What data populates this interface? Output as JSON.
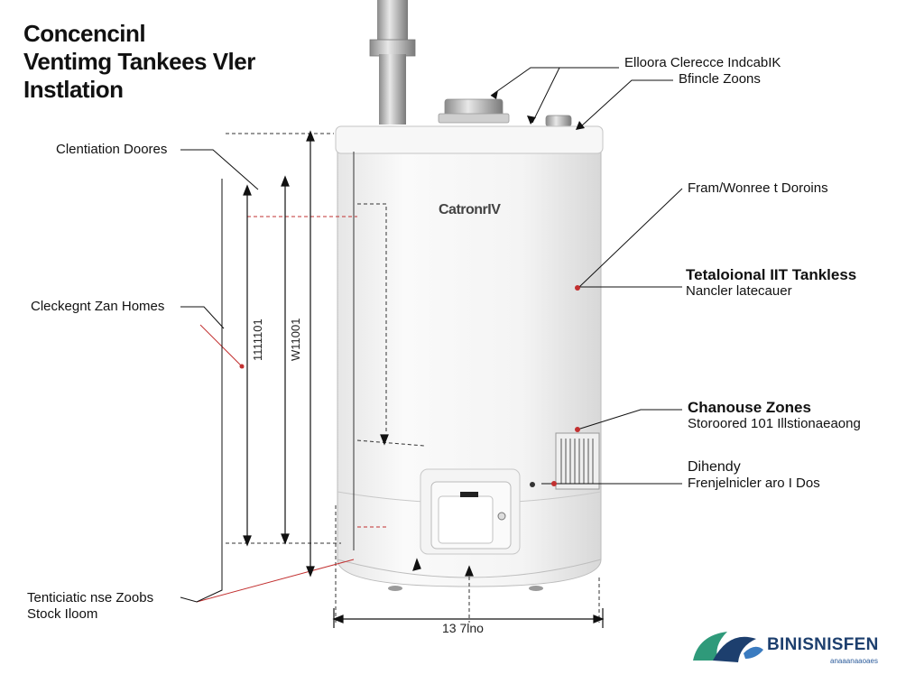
{
  "title": {
    "line1": "Concencinl",
    "line2": "Ventimg Tankees Vler",
    "line3": "Instlation"
  },
  "labels": {
    "top_right": {
      "line1": "Elloora Clerecce IndcabIK",
      "line2": "Bfincle Zoons"
    },
    "right_1": "Fram/Wonree t Doroins",
    "right_2": {
      "line1": "Tetaloional IIT Tankless",
      "line2": "Nancler latecauer"
    },
    "right_3": {
      "line1": "Chanouse Zones",
      "line2": "Storoored 101 Illstionaeaong"
    },
    "right_4": {
      "line1": "Dihendy",
      "line2": "Frenjelnicler aro I Dos"
    },
    "left_1": "Clentiation Doores",
    "left_2": "Cleckegnt Zan Homes",
    "left_3": {
      "line1": "Tenticiatic nse Zoobs",
      "line2": "Stock Iloom"
    }
  },
  "dimensions": {
    "bottom": "13 7lno",
    "vertical_1": "1111101",
    "vertical_2": "W11001"
  },
  "heater": {
    "brand": "CatronrIV"
  },
  "logo": {
    "name": "BINISNISFEN",
    "tagline": "anaaanaaoaes"
  },
  "colors": {
    "accent_red": "#c23030",
    "logo_blue": "#1d3f6e",
    "logo_green": "#2f9a7a"
  }
}
